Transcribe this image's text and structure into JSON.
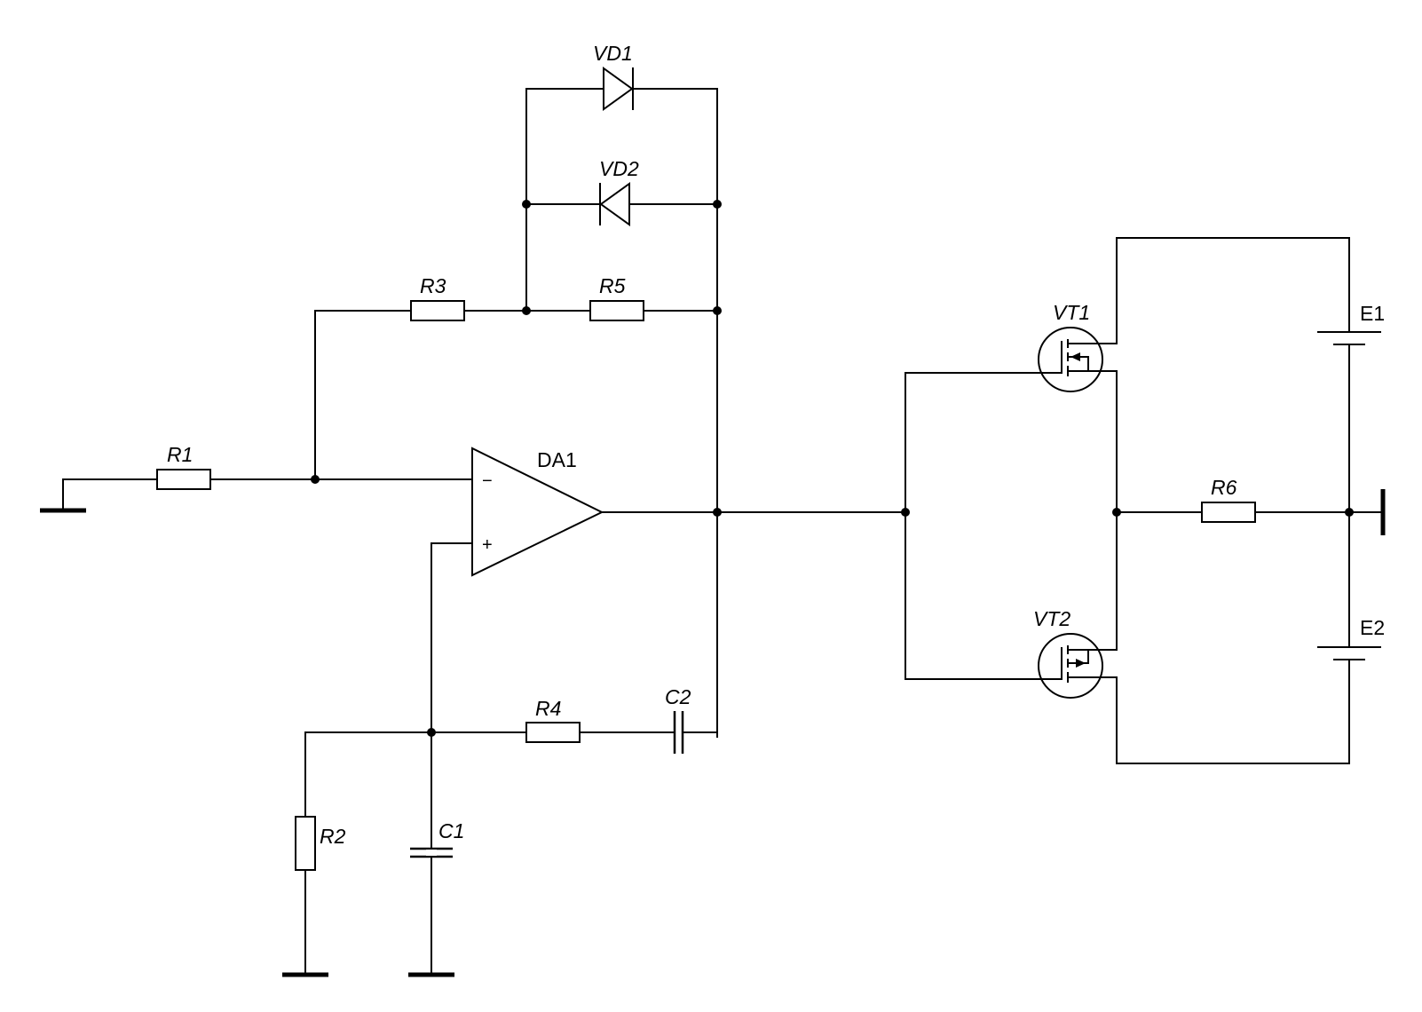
{
  "labels": {
    "R1": "R1",
    "R2": "R2",
    "R3": "R3",
    "R4": "R4",
    "R5": "R5",
    "R6": "R6",
    "C1": "C1",
    "C2": "C2",
    "VD1": "VD1",
    "VD2": "VD2",
    "VT1": "VT1",
    "VT2": "VT2",
    "DA1": "DA1",
    "E1": "E1",
    "E2": "E2"
  },
  "opamp": {
    "minus": "−",
    "plus": "+"
  }
}
